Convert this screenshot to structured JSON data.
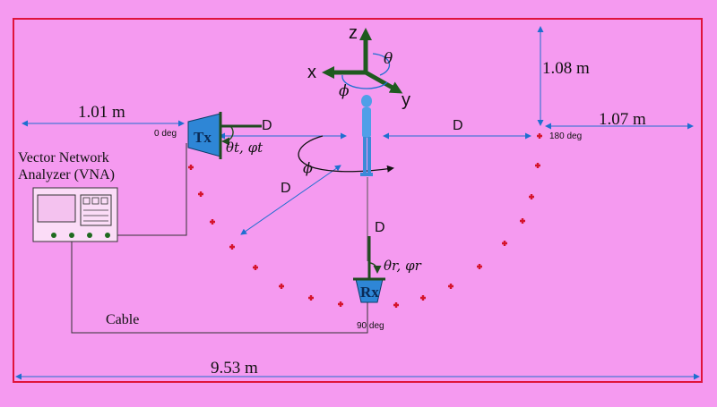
{
  "frame_color": "#e0143c",
  "background_color": "#f59af0",
  "dimensions": {
    "left_dist": "1.01 m",
    "right_dist": "1.07 m",
    "height": "1.08 m",
    "total_width": "9.53 m"
  },
  "labels": {
    "vna": "Vector Network\nAnalyzer (VNA)",
    "cable": "Cable",
    "tx": "Tx",
    "rx": "Rx",
    "tx_angles": "θt, φt",
    "rx_angles": "θr, φr",
    "phi": "ϕ",
    "d": "D"
  },
  "angles": {
    "zero": "0 deg",
    "ninety": "90 deg",
    "one_eighty": "180 deg"
  },
  "axes": {
    "x": "x",
    "y": "y",
    "z": "z",
    "theta": "θ",
    "phi": "ϕ"
  },
  "icons": [
    "tx-horn-icon",
    "rx-horn-icon",
    "person-icon",
    "vna-icon",
    "axis-triad-icon",
    "plus-marker-icon"
  ]
}
